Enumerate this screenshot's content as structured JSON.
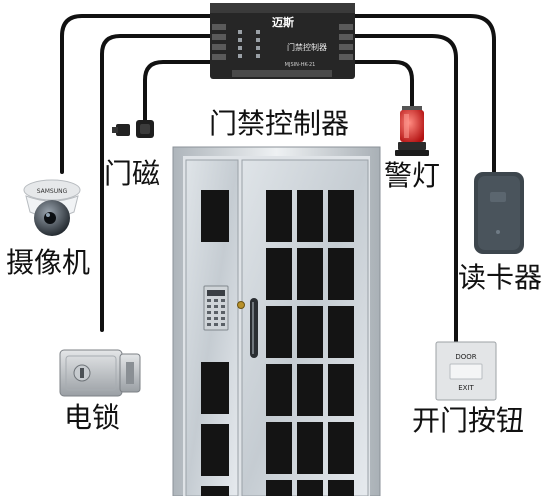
{
  "controller": {
    "brand": "迈斯",
    "name": "门禁控制器",
    "model": "MJSIN-HK-21"
  },
  "labels": {
    "controller": "门禁控制器",
    "door_sensor": "门磁",
    "alarm_light": "警灯",
    "camera": "摄像机",
    "card_reader": "读卡器",
    "electric_lock": "电锁",
    "exit_button": "开门按钮"
  },
  "camera": {
    "brand": "SAMSUNG"
  },
  "exit_button": {
    "top_text": "DOOR",
    "bottom_text": "EXIT"
  },
  "colors": {
    "cable": "#111111",
    "controller_body": "#2a2a2a",
    "door_frame": "#c9cfd4",
    "glass": "#141414",
    "alarm_red": "#d81e1e"
  }
}
